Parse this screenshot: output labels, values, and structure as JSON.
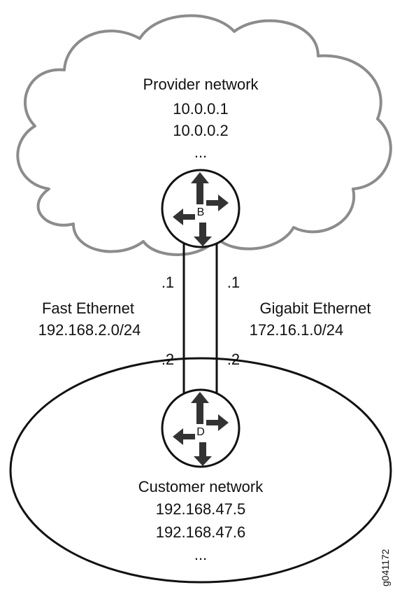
{
  "provider": {
    "title": "Provider network",
    "addresses": [
      "10.0.0.1",
      "10.0.0.2",
      "..."
    ]
  },
  "customer": {
    "title": "Customer network",
    "addresses": [
      "192.168.47.5",
      "192.168.47.6",
      "..."
    ]
  },
  "routers": {
    "provider_edge": "B",
    "customer_edge": "D"
  },
  "links": {
    "fast_ethernet": {
      "name": "Fast Ethernet",
      "subnet": "192.168.2.0/24",
      "top_host": ".1",
      "bottom_host": ".2"
    },
    "gigabit_ethernet": {
      "name": "Gigabit Ethernet",
      "subnet": "172.16.1.0/24",
      "top_host": ".1",
      "bottom_host": ".2"
    }
  },
  "figure_id": "g041172",
  "colors": {
    "cloud_stroke": "#8c8c8c",
    "router_fill": "#ffffff",
    "arrow": "#333333",
    "line": "#111111"
  }
}
